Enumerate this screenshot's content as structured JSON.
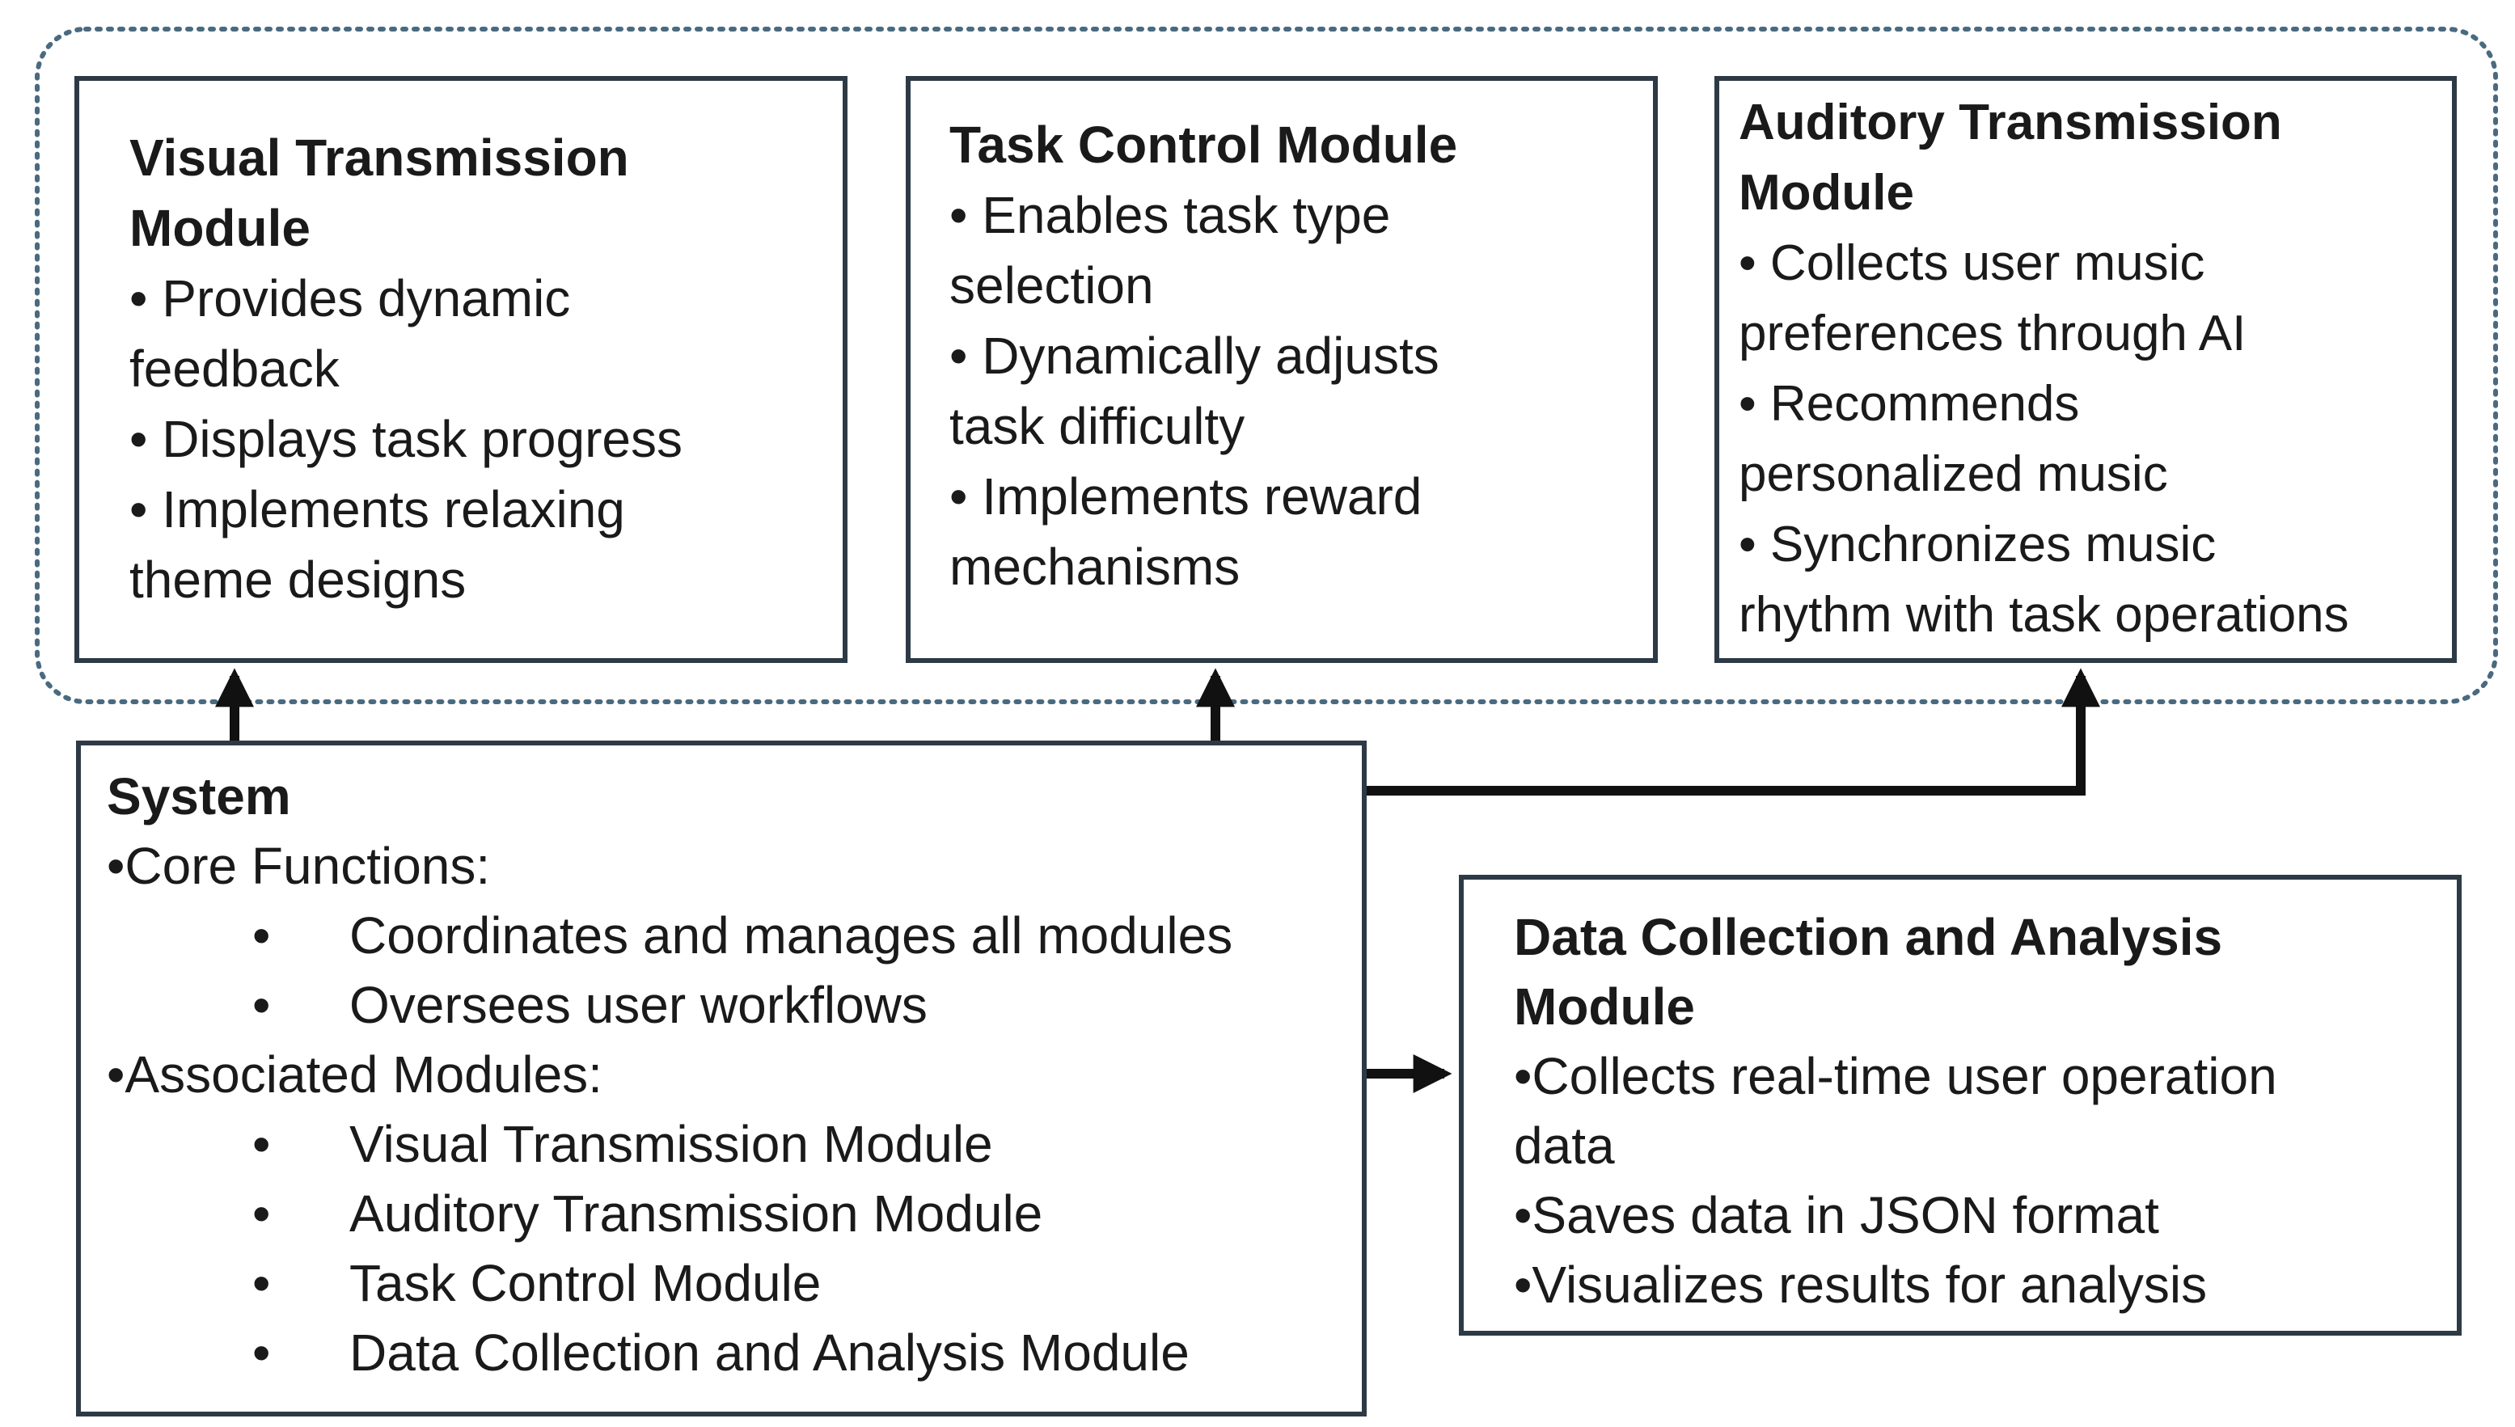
{
  "visual_module": {
    "title_line1": "Visual Transmission",
    "title_line2": "Module",
    "lines": [
      "• Provides dynamic",
      "feedback",
      "• Displays task progress",
      "• Implements relaxing",
      "theme designs"
    ]
  },
  "task_module": {
    "title": "Task Control Module",
    "lines": [
      "• Enables task type",
      "selection",
      "• Dynamically adjusts",
      "task difficulty",
      "• Implements reward",
      "mechanisms"
    ]
  },
  "auditory_module": {
    "title_line1": "Auditory Transmission",
    "title_line2": "Module",
    "lines": [
      "• Collects user music",
      "preferences through AI",
      "• Recommends",
      "personalized music",
      "• Synchronizes music",
      "rhythm with task operations"
    ]
  },
  "system": {
    "title": "System",
    "core_heading": "•Core Functions:",
    "core_items": [
      "Coordinates and manages all modules",
      "Oversees user workflows"
    ],
    "assoc_heading": "•Associated Modules:",
    "assoc_items": [
      "Visual Transmission Module",
      "Auditory Transmission Module",
      "Task Control Module",
      "Data Collection and Analysis Module"
    ],
    "bullet": "•"
  },
  "data_module": {
    "title_line1": "Data Collection and Analysis",
    "title_line2": "Module",
    "lines": [
      "•Collects real-time user operation",
      "data",
      "•Saves data in JSON format",
      "•Visualizes results for analysis"
    ]
  },
  "colors": {
    "border": "#2d3a46",
    "dotted_group": "#4a6a80",
    "connector": "#111111"
  }
}
